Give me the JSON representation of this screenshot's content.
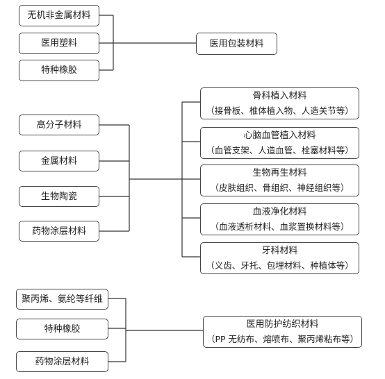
{
  "group1": {
    "inputs": [
      "无机非金属材料",
      "医用塑料",
      "特种橡胶"
    ],
    "output": {
      "title": "医用包装材料"
    }
  },
  "group2": {
    "inputs": [
      "高分子材料",
      "金属材料",
      "生物陶瓷",
      "药物涂层材料"
    ],
    "outputs": [
      {
        "title": "骨科植入材料",
        "detail": "（接骨板、椎体植入物、人造关节等）"
      },
      {
        "title": "心脑血管植入材料",
        "detail": "（血管支架、人造血管、栓塞材料等）"
      },
      {
        "title": "生物再生材料",
        "detail": "（皮肤组织、骨组织、神经组织等）"
      },
      {
        "title": "血液净化材料",
        "detail": "（血液透析材料、血浆置换材料等）"
      },
      {
        "title": "牙科材料",
        "detail": "（义齿、牙托、包埋材料、种植体等）"
      }
    ]
  },
  "group3": {
    "inputs": [
      "聚丙烯、氨纶等纤维",
      "特种橡胶",
      "药物涂层材料"
    ],
    "output": {
      "title": "医用防护纺织材料",
      "detail": "（PP 无纺布、熔喷布、聚丙烯粘布等）"
    }
  }
}
